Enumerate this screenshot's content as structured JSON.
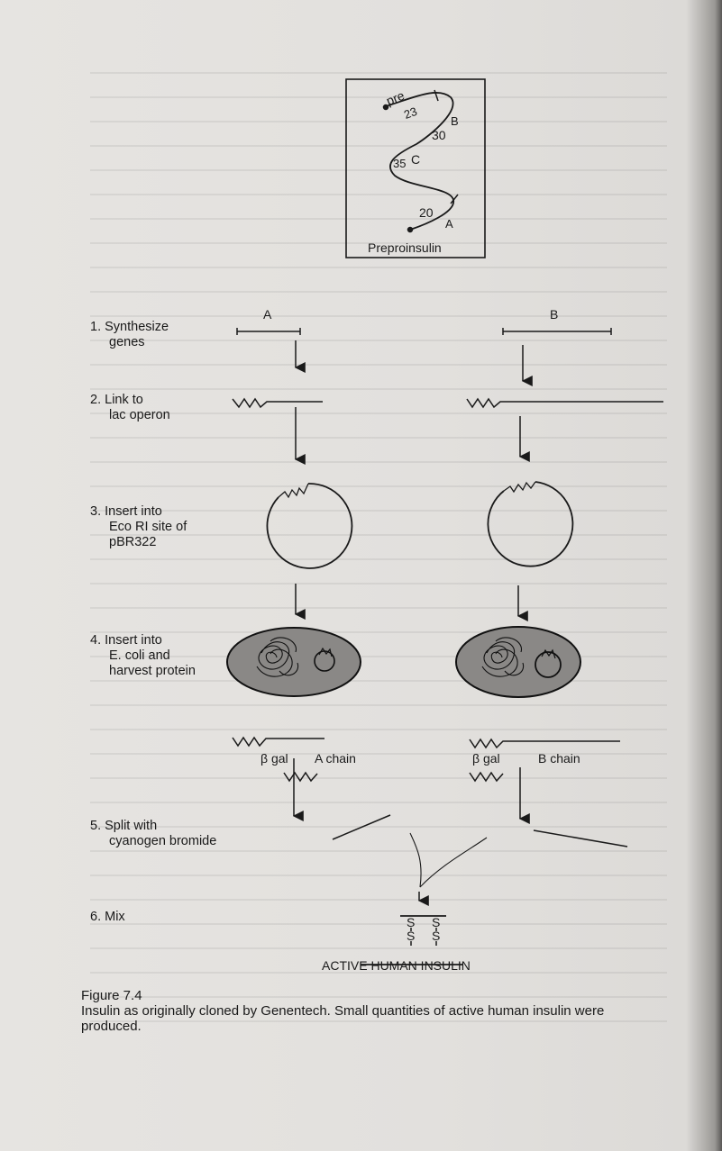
{
  "figure": {
    "precursor": {
      "label": "Preproinsulin",
      "pre": "pre",
      "n23": "23",
      "n30": "30",
      "n35": "35",
      "n20": "20",
      "B": "B",
      "C": "C",
      "A": "A"
    },
    "steps": [
      {
        "num": "1.",
        "line1": "Synthesize",
        "line2": "genes",
        "line3": ""
      },
      {
        "num": "2.",
        "line1": "Link to",
        "line2": "lac operon",
        "line3": ""
      },
      {
        "num": "3.",
        "line1": "Insert into",
        "line2": "Eco RI site of",
        "line3": "pBR322"
      },
      {
        "num": "4.",
        "line1": "Insert into",
        "line2": "E. coli and",
        "line3": "harvest protein"
      },
      {
        "num": "5.",
        "line1": "Split with",
        "line2": "cyanogen bromide",
        "line3": ""
      },
      {
        "num": "6.",
        "line1": "Mix",
        "line2": "",
        "line3": ""
      }
    ],
    "gene_a": "A",
    "gene_b": "B",
    "left_product": {
      "gal": "β gal",
      "chain": "A chain"
    },
    "right_product": {
      "gal": "β gal",
      "chain": "B chain"
    },
    "disulfide": {
      "s": "S"
    },
    "result": "ACTIVE HUMAN INSULIN"
  },
  "caption": {
    "label": "Figure 7.4",
    "line1": "Insulin as originally cloned by Genentech. Small quantities of active human insulin were",
    "line2": "produced."
  }
}
